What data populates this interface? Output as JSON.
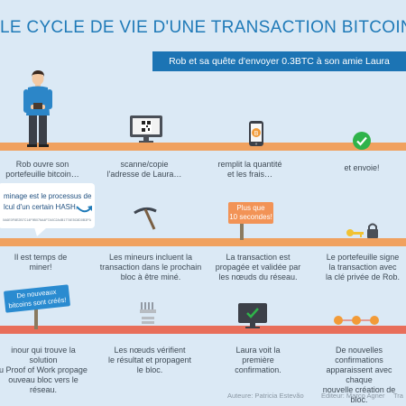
{
  "title": "LE CYCLE DE VIE D'UNE TRANSACTION BITCOIN",
  "subtitle": "Rob et sa quête d'envoyer 0.3BTC à son amie Laura",
  "row1": [
    "Rob ouvre son\nportefeuille bitcoin…",
    "scanne/copie\nl'adresse de Laura…",
    "remplit la quantité\net les frais…",
    "et envoie!"
  ],
  "bubble": {
    "text": "minage est le processus de\nlcul d'un certain HASH.",
    "hash": "0A6E0F8E2B7C14F9B076A4F7A0C2A4B1774E5C8D0B3F9A2C1E6D4B8A0F2C3E5D7A9B1C4F"
  },
  "row2": [
    "Il est temps de miner!",
    "Les mineurs incluent la\ntransaction dans le prochain\nbloc à être miné.",
    "La transaction est\npropagée et validée par\nles nœuds du réseau.",
    "Le portefeuille signe\nla transaction avec\nla clé privée de Rob."
  ],
  "sign_10s": "Plus que\n10 secondes!",
  "sign_bitcoins": "De nouveaux\nbitcoins sont créés!",
  "row3": [
    "inour qui trouve la solution\nu Proof of Work propage\nouveau bloc vers le réseau.",
    "Les nœuds vérifient\nle résultat et propagent\nle bloc.",
    "Laura voit la\npremière confirmation.",
    "De nouvelles confirmations\napparaissent avec chaque\nnouvelle création de bloc."
  ],
  "credits": {
    "author": "Auteure: Patricia Estevão",
    "editor": "Editeur: Marco Agner",
    "extra": "Tra"
  },
  "colors": {
    "title": "#1f7ab8",
    "band_orange": "#f0a15f",
    "band_red": "#e86e5a",
    "accent_blue": "#1c74b4",
    "check_green": "#2fb34a"
  }
}
